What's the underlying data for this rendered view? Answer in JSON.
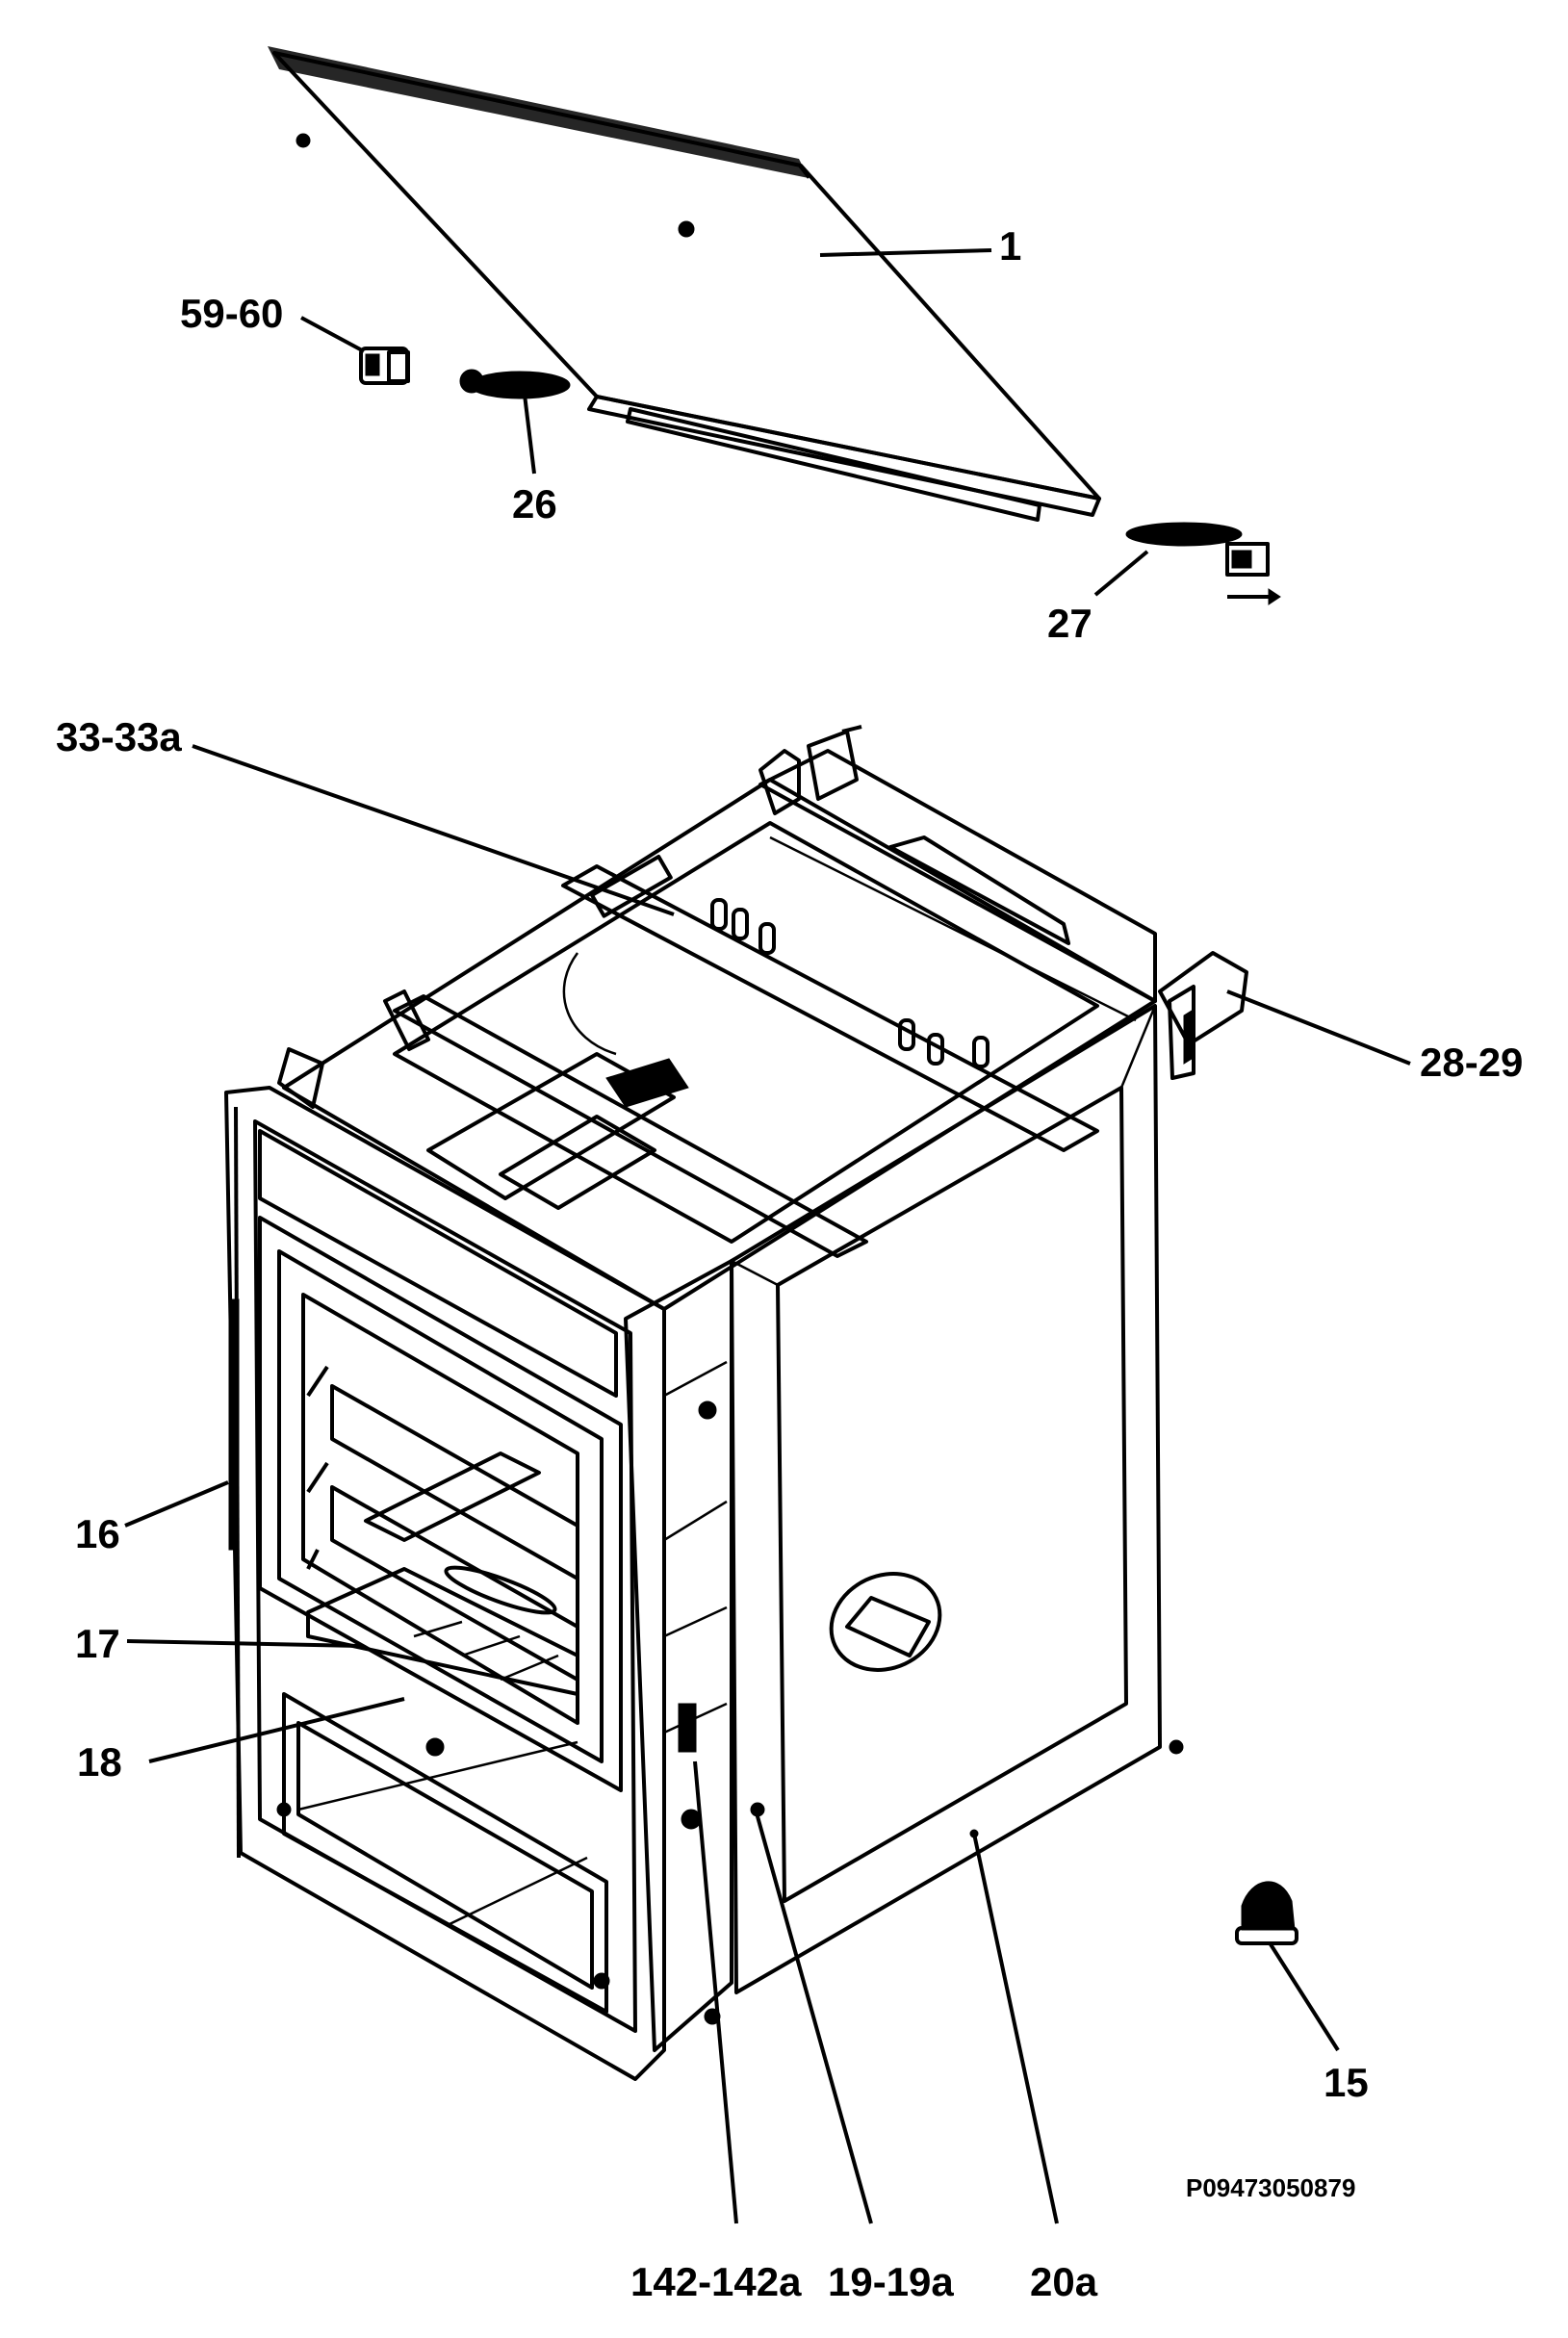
{
  "diagram": {
    "labels": {
      "p1": "1",
      "p59_60": "59-60",
      "p26": "26",
      "p27": "27",
      "p33_33a": "33-33a",
      "p28_29": "28-29",
      "p16": "16",
      "p17": "17",
      "p18": "18",
      "p15": "15",
      "p142": "142-142a",
      "p19": "19-19a",
      "p20a": "20a"
    },
    "drawing_code": "P09473050879"
  }
}
